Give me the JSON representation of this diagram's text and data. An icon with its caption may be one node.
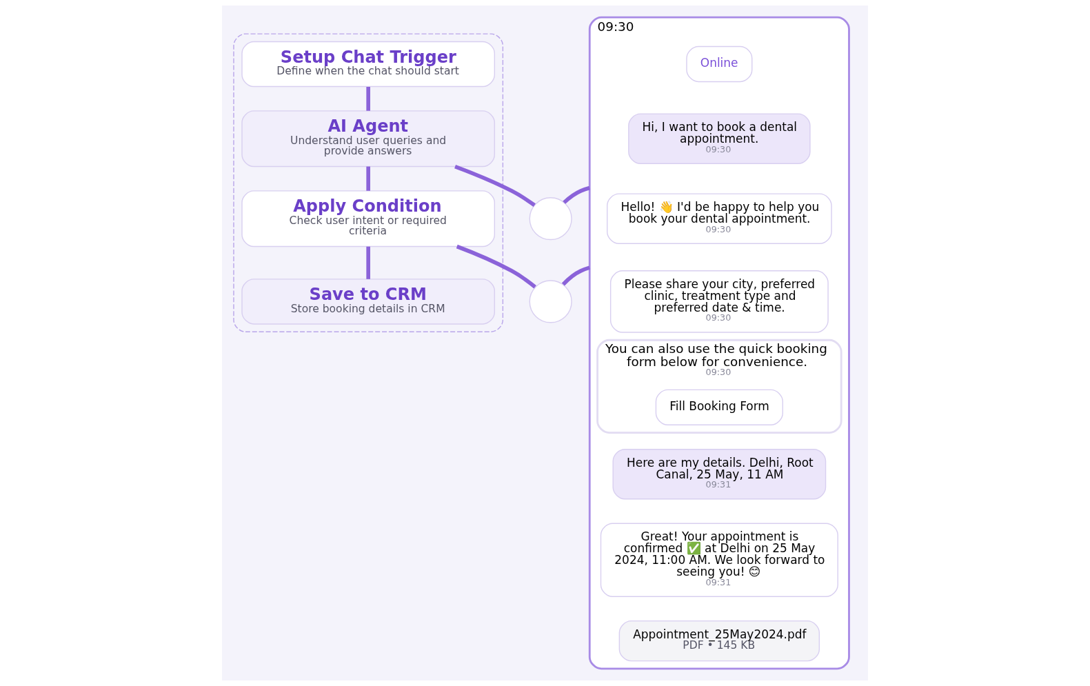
{
  "diagram": {
    "nodes": [
      {
        "text": [],
        "shape": "box"
      },
      {
        "text": [
          "Setup Chat Trigger",
          "Define when the chat should start"
        ],
        "in": 0
      },
      {
        "text": [
          "AI Agent",
          "Understand user queries and provide answers"
        ],
        "in": 0
      },
      {
        "text": [
          "Apply Condition",
          "Check user intent or required criteria"
        ],
        "in": 0
      },
      {
        "text": [
          "Save to CRM",
          "Store booking details in CRM"
        ],
        "in": 0
      },
      {
        "text": [],
        "shape": "circle"
      },
      {
        "text": [],
        "shape": "circle"
      },
      {
        "text": [
          "09:30"
        ]
      },
      {
        "text": [
          "Online"
        ],
        "in": 7
      },
      {
        "text": [
          "Hi, I want to book a dental appointment.",
          "09:30"
        ],
        "in": 7
      },
      {
        "text": [
          "Hello! 👋 I'd be happy to help you book your dental appointment.",
          "09:30"
        ],
        "in": 7
      },
      {
        "text": [
          "Please share your city, preferred clinic, treatment type and preferred date & time.",
          "09:30"
        ],
        "in": 7
      },
      {
        "text": [
          "You can also use the quick booking form below for convenience.",
          "09:30"
        ],
        "in": 7
      },
      {
        "text": [
          "Fill Booking Form"
        ],
        "in": 12
      },
      {
        "text": [
          "Here are my details. Delhi, Root Canal, 25 May, 11 AM",
          "09:31"
        ],
        "in": 7
      },
      {
        "text": [
          "Great! Your appointment is confirmed ✅ at Delhi on 25 May 2024, 11:00 AM. We look forward to seeing you! 😊",
          "09:31"
        ],
        "in": 7
      },
      {
        "text": [
          "Appointment_25May2024.pdf",
          "PDF • 145 KB"
        ],
        "in": 7
      }
    ],
    "edges": [
      {
        "from": 1,
        "to": 2,
        "arrow": "none"
      },
      {
        "from": 2,
        "to": 3,
        "arrow": "none"
      },
      {
        "from": 3,
        "to": 4,
        "arrow": "none"
      },
      {
        "from": 2,
        "to": 5,
        "arrow": "none"
      },
      {
        "from": 5,
        "to": 7,
        "arrow": "none"
      },
      {
        "from": 3,
        "to": 6,
        "arrow": "none"
      },
      {
        "from": 6,
        "to": 7,
        "arrow": "none"
      }
    ]
  }
}
